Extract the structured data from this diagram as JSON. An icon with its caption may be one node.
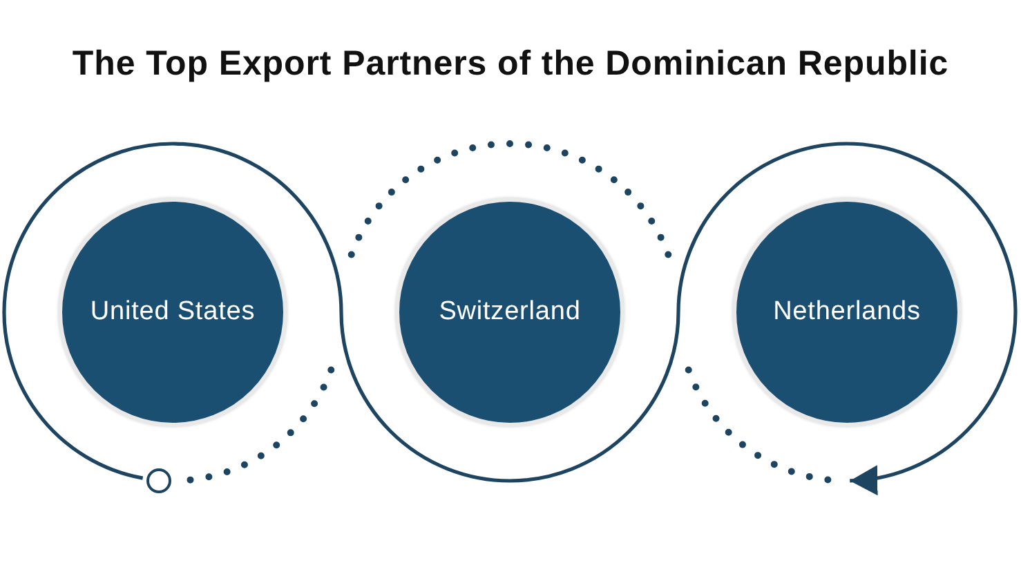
{
  "diagram": {
    "title": "The Top Export Partners of the Dominican Republic",
    "nodes": [
      {
        "text": [
          "United States"
        ]
      },
      {
        "text": [
          "Switzerland"
        ]
      },
      {
        "text": [
          "Netherlands"
        ]
      },
      {
        "text": [],
        "shape": "circle"
      }
    ],
    "edges": [
      {
        "from": 3,
        "to": 2,
        "arrow": "to"
      }
    ]
  }
}
